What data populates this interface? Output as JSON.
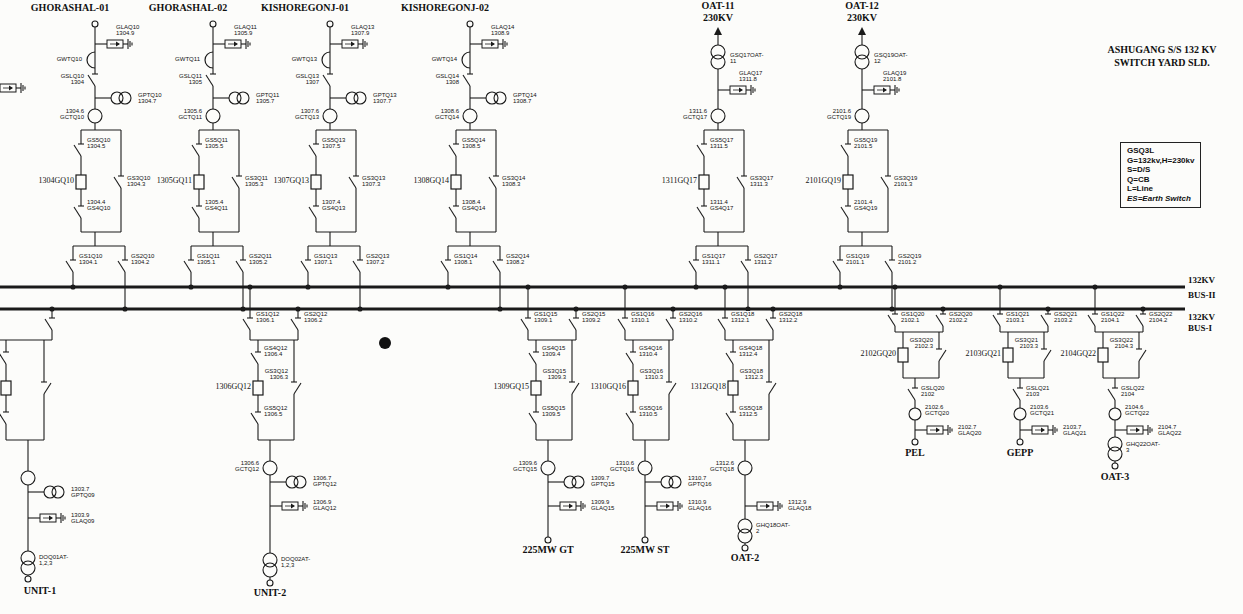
{
  "diagram": {
    "title": "ASHUGANG S/S 132 KV SWITCH YARD SLD.",
    "nodes": [
      {
        "text": [
          "GSQ3L",
          "G=132kv,H=230kv",
          "S=D/S",
          "Q=CB",
          "L=Line",
          "ES=Earth Switch"
        ]
      }
    ],
    "labels": [
      "GHORASHAL-01",
      "GLAQ10 1304.9",
      "GWTQ10",
      "GSLQ10 1304",
      "GPTQ10 1304.7",
      "1304.6 GCTQ10",
      "GS5Q10 1304.5",
      "1304GQ10",
      "GS3Q10 1304.3",
      "1304.4 GS4Q10",
      "GS1Q10 1304.1",
      "GS2Q10 1304.2",
      "GHORASHAL-02",
      "GLAQ11 1305.9",
      "GWTQ11",
      "GSLQ11 1305",
      "GPTQ11 1305.7",
      "1305.6 GCTQ11",
      "GS5Q11 1305.5",
      "1305GQ11",
      "GS3Q11 1305.3",
      "1305.4 GS4Q11",
      "GS1Q11 1305.1",
      "GS2Q11 1305.2",
      "KISHOREGONJ-01",
      "GLAQ13 1307.9",
      "GWTQ13",
      "GSLQ13 1307",
      "GPTQ13 1307.7",
      "1307.6 GCTQ13",
      "GS5Q13 1307.5",
      "1307GQ13",
      "GS3Q13 1307.3",
      "1307.4 GS4Q13",
      "GS1Q13 1307.1",
      "GS2Q13 1307.2",
      "KISHOREGONJ-02",
      "GLAQ14 1308.9",
      "GWTQ14",
      "GSLQ14 1308",
      "GPTQ14 1308.7",
      "1308.6 GCTQ14",
      "GS5Q14 1308.5",
      "1308GQ14",
      "GS3Q14 1308.3",
      "1308.4 GS4Q14",
      "GS1Q14 1308.1",
      "GS2Q14 1308.2",
      "OAT-11",
      "230KV",
      "GSQ17OAT-11",
      "GLAQ17 1311.8",
      "1311.6 GCTQ17",
      "GS5Q17 1311.5",
      "1311GQ17",
      "GS3Q17 1311.3",
      "1311.4 GS4Q17",
      "GS1Q17 1311.1",
      "GS2Q17 1311.2",
      "OAT-12",
      "230KV",
      "GSQ19OAT-12",
      "GLAQ19 2101.8",
      "2101.6 GCTQ19",
      "GS5Q19 2101.5",
      "2101GQ19",
      "GS3Q19 2101.3",
      "2101.4 GS4Q19",
      "GS1Q19 2101.1",
      "GS2Q19 2101.2",
      "132KV",
      "BUS-II",
      "132KV",
      "BUS-I",
      "1303.7 GPTQ09",
      "1303.9 GLAQ09",
      "DOQ01AT-1,2,3",
      "UNIT-1",
      "GS1Q12 1306.1",
      "GS2Q12 1306.2",
      "GS4Q12 1306.4",
      "1306GQ12",
      "GS3Q12 1306.3",
      "GS5Q12 1306.5",
      "1306.6 GCTQ12",
      "1306.7 GPTQ12",
      "1306.9 GLAQ12",
      "DOQ02AT-1,2,3",
      "UNIT-2",
      "GS1Q15 1309.1",
      "GS2Q15 1309.2",
      "GS4Q15 1309.4",
      "1309GQ15",
      "GS3Q15 1309.3",
      "GS5Q15 1309.5",
      "1309.6 GCTQ15",
      "1309.7 GPTQ15",
      "1309.9 GLAQ15",
      "225MW GT",
      "GS1Q16 1310.1",
      "GS2Q16 1310.2",
      "GS4Q16 1310.4",
      "1310GQ16",
      "GS3Q16 1310.3",
      "GS5Q16 1310.5",
      "1310.6 GCTQ16",
      "1310.7 GPTQ16",
      "1310.9 GLAQ16",
      "225MW ST",
      "GS1Q18 1312.1",
      "GS2Q18 1312.2",
      "GS4Q18 1312.4",
      "1312GQ18",
      "GS3Q18 1312.3",
      "GS5Q18 1312.5",
      "1312.6 GCTQ18",
      "1312.9 GLAQ18",
      "GHQ18OAT-2",
      "OAT-2",
      "GS1Q20 2102.1",
      "GS2Q20 2102.2",
      "2102GQ20",
      "GS3Q20 2102.3",
      "GSLQ20 2102",
      "2102.6 GCTQ20",
      "2102.7 GLAQ20",
      "PEL",
      "GS1Q21 2103.1",
      "GS2Q21 2103.2",
      "2103GQ21",
      "GS3Q21 2103.3",
      "GSLQ21 2103",
      "2103.6 GCTQ21",
      "2103.7 GLAQ21",
      "GEPP",
      "GS1Q22 2104.1",
      "GS2Q22 2104.2",
      "2104GQ22",
      "GS3Q22 2104.3",
      "GSLQ22 2104",
      "2104.6 GCTQ22",
      "2104.7 GLAQ22",
      "GHQ22OAT-3",
      "OAT-3"
    ]
  }
}
